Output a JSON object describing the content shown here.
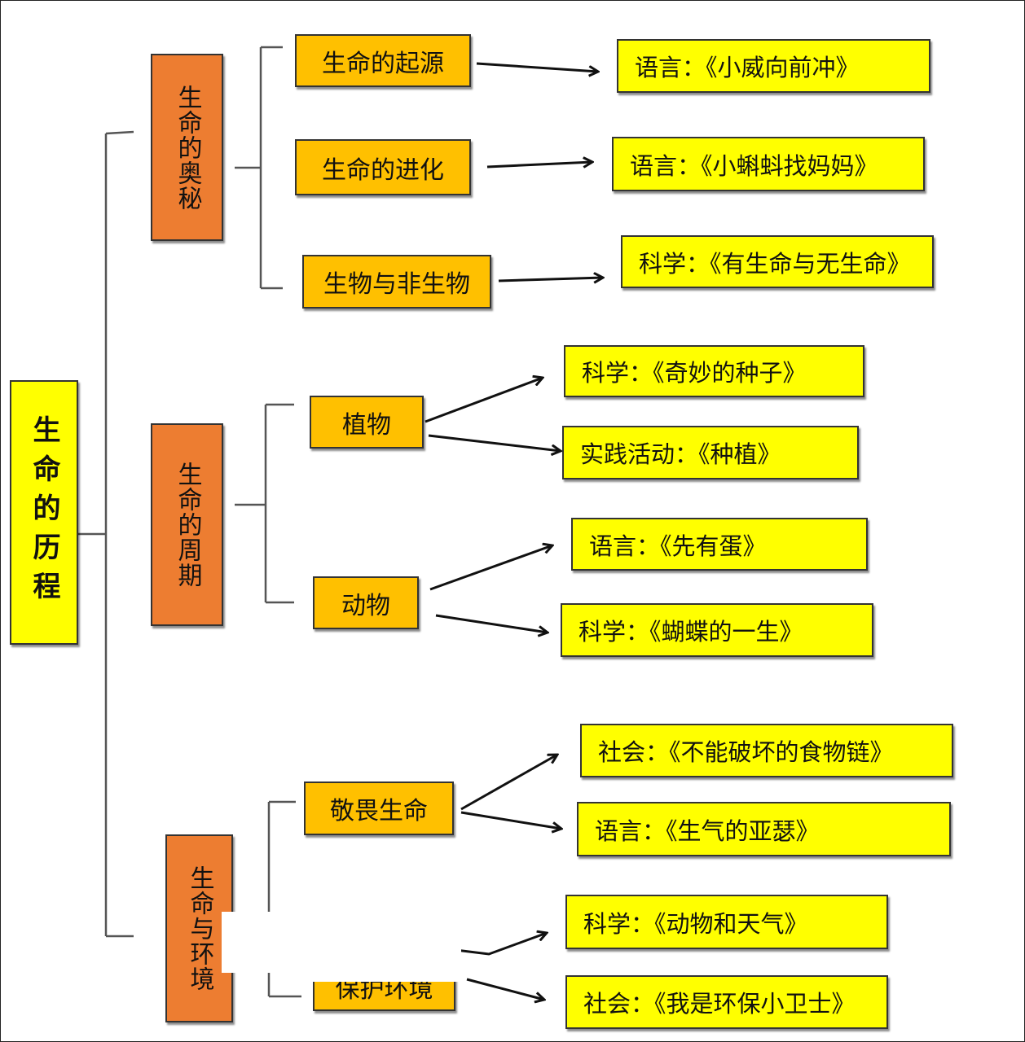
{
  "title": "生命的历程",
  "colors": {
    "root": "#ffff00",
    "category": "#ed7d31",
    "topic": "#ffc000",
    "lesson": "#ffff00",
    "line": "#555555",
    "arrow": "#111111"
  },
  "categories": [
    {
      "label": "生命的奥秘",
      "topics": [
        {
          "label": "生命的起源",
          "lessons": [
            "语言：《小威向前冲》"
          ]
        },
        {
          "label": "生命的进化",
          "lessons": [
            "语言：《小蝌蚪找妈妈》"
          ]
        },
        {
          "label": "生物与非生物",
          "lessons": [
            "科学：《有生命与无生命》"
          ]
        }
      ]
    },
    {
      "label": "生命的周期",
      "topics": [
        {
          "label": "植物",
          "lessons": [
            "科学：《奇妙的种子》",
            "实践活动：《种植》"
          ]
        },
        {
          "label": "动物",
          "lessons": [
            "语言：《先有蛋》",
            "科学：《蝴蝶的一生》"
          ]
        }
      ]
    },
    {
      "label": "生命与环境",
      "topics": [
        {
          "label": "敬畏生命",
          "lessons": [
            "社会：《不能破坏的食物链》",
            "语言：《生气的亚瑟》"
          ]
        },
        {
          "label": "保护环境",
          "lessons": [
            "科学：《动物和天气》",
            "社会：《我是环保小卫士》"
          ]
        }
      ]
    }
  ]
}
